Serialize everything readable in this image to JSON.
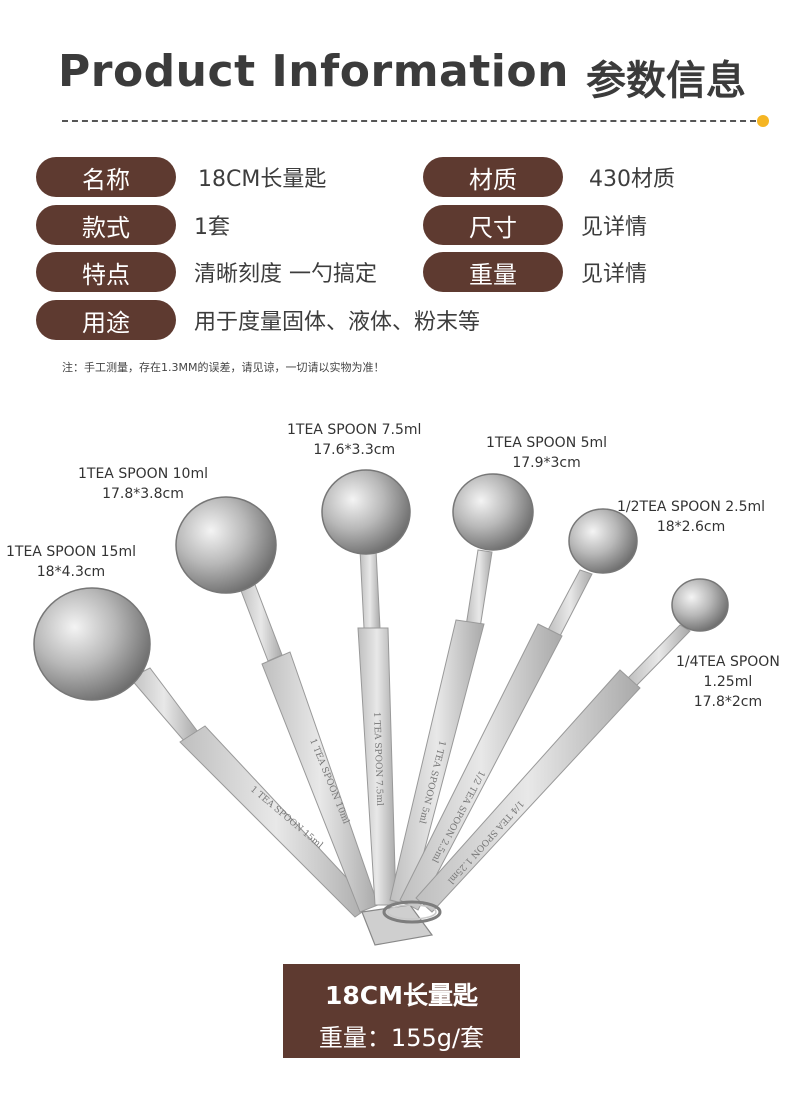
{
  "header": {
    "title_en": "Product Information",
    "title_cn": "参数信息"
  },
  "specs": [
    {
      "label": "名称",
      "value": "18CM长量匙"
    },
    {
      "label": "材质",
      "value": "430材质"
    },
    {
      "label": "款式",
      "value": "1套"
    },
    {
      "label": "尺寸",
      "value": "见详情"
    },
    {
      "label": "特点",
      "value": "清晰刻度 一勺搞定"
    },
    {
      "label": "重量",
      "value": "见详情"
    },
    {
      "label": "用途",
      "value": "用于度量固体、液体、粉末等"
    }
  ],
  "note": "注：手工测量，存在1.3MM的误差，请见谅，一切请以实物为准！",
  "spoons": [
    {
      "name": "1TEA SPOON 15ml",
      "size": "18*4.3cm",
      "engraving": "1 TEA SPOON 15ml"
    },
    {
      "name": "1TEA SPOON 10ml",
      "size": "17.8*3.8cm",
      "engraving": "1 TEA SPOON 10ml"
    },
    {
      "name": "1TEA SPOON 7.5ml",
      "size": "17.6*3.3cm",
      "engraving": "1 TEA SPOON 7.5ml"
    },
    {
      "name": "1TEA SPOON 5ml",
      "size": "17.9*3cm",
      "engraving": "1 TEA SPOON 5ml"
    },
    {
      "name": "1/2TEA SPOON 2.5ml",
      "size": "18*2.6cm",
      "engraving": "1/2 TEA SPOON 2.5ml"
    },
    {
      "name": "1/4TEA SPOON",
      "capacity": "1.25ml",
      "size": "17.8*2cm",
      "engraving": "1/4 TEA SPOON 1.25ml"
    }
  ],
  "banner": {
    "name": "18CM长量匙",
    "weight": "重量：155g/套"
  },
  "colors": {
    "pill": "#5e3a30",
    "accent_dot": "#f5b523"
  }
}
